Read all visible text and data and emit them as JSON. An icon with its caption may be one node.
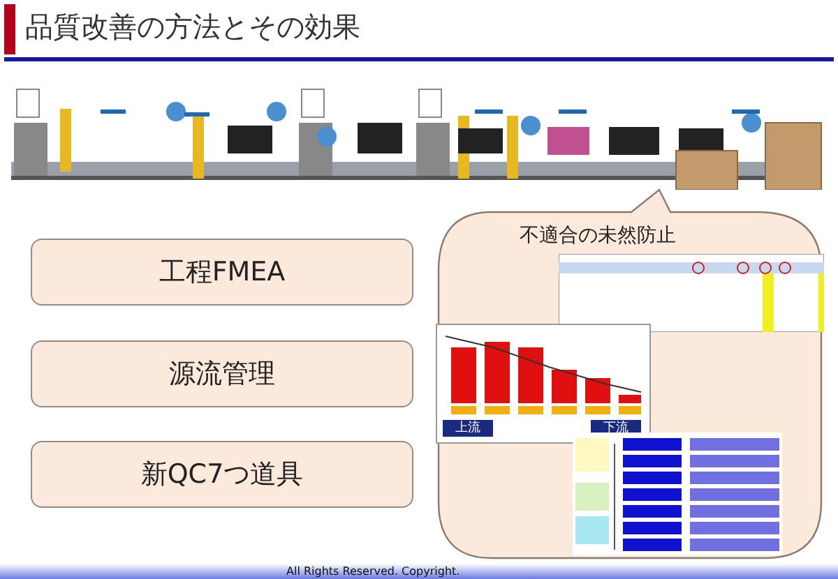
{
  "diagram": {
    "title": "品質改善の方法とその効果",
    "nodes": [
      {
        "text": [
          "工程FMEA"
        ]
      },
      {
        "text": [
          "源流管理"
        ]
      },
      {
        "text": [
          "新QC7つ道具"
        ]
      },
      {
        "text": [
          "不適合の未然防止"
        ]
      }
    ],
    "labels": [
      "上流",
      "下流",
      "All Rights Reserved. Copyright."
    ]
  }
}
